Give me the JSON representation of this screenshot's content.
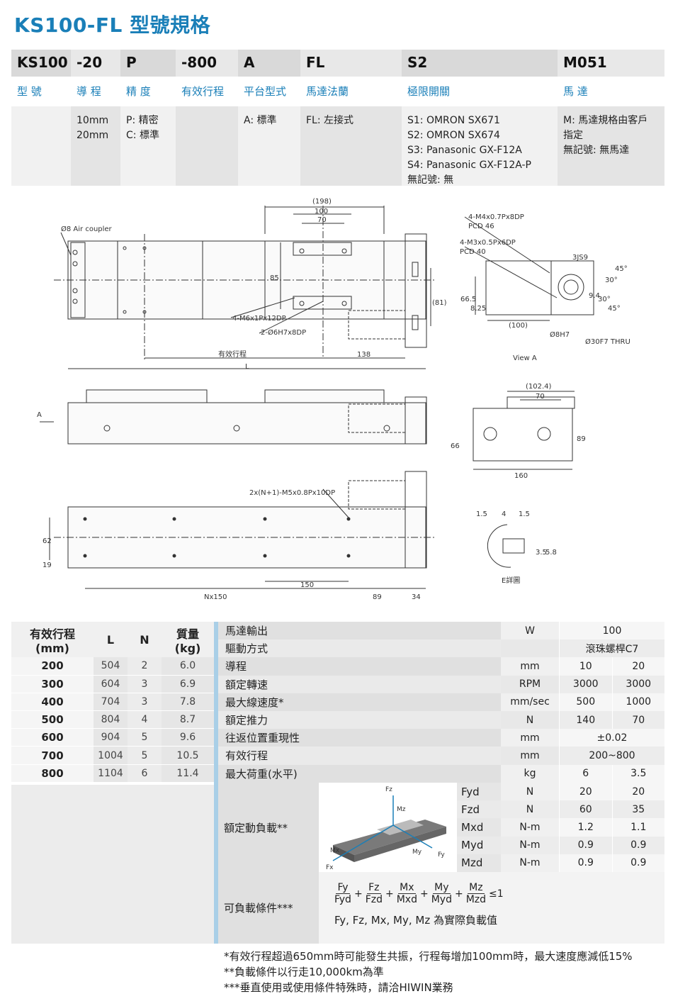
{
  "title": "KS100-FL 型號規格",
  "model_code": {
    "headers": [
      "KS100",
      "-20",
      "P",
      "-800",
      "A",
      "FL",
      "S2",
      "M051"
    ],
    "labels": [
      "型 號",
      "導 程",
      "精 度",
      "有效行程",
      "平台型式",
      "馬達法蘭",
      "極限開關",
      "馬 達"
    ],
    "options": {
      "lead": [
        "10mm",
        "20mm"
      ],
      "accuracy": [
        "P: 精密",
        "C: 標準"
      ],
      "platform": [
        "A: 標準"
      ],
      "flange": [
        "FL: 左接式"
      ],
      "switch": [
        "S1: OMRON SX671",
        "S2: OMRON SX674",
        "S3: Panasonic GX-F12A",
        "S4: Panasonic GX-F12A-P",
        "無記號: 無"
      ],
      "motor": [
        "M: 馬達規格由客戶",
        "指定",
        "無記號: 無馬達"
      ]
    }
  },
  "drawing_labels": {
    "dim_198": "(198)",
    "dim_100": "100",
    "dim_70": "70",
    "air_coupler": "Ø8 Air coupler",
    "dim_85": "85",
    "dim_81": "(81)",
    "m6": "4-M6x1Px12DP",
    "pin": "2-Ø6H7x8DP",
    "stroke": "有效行程",
    "dim_138": "138",
    "dim_L": "L",
    "m4": "4-M4x0.7Px8DP",
    "pcd46": "PCD 46",
    "m3": "4-M3x0.5Px6DP",
    "pcd40": "PCD 40",
    "js9": "3JS9",
    "deg45a": "45°",
    "deg30a": "30°",
    "deg30b": "30°",
    "deg45b": "45°",
    "dim_9_4": "9.4",
    "dim_66_5": "66.5",
    "dim_8_25": "8.25",
    "dim_100b": "(100)",
    "h7": "Ø8H7",
    "thru": "Ø30F7 THRU",
    "view_a": "View A",
    "arrow_a": "A",
    "dim_102_4": "(102.4)",
    "dim_70b": "70",
    "dim_66": "66",
    "dim_89": "89",
    "dim_160": "160",
    "m5": "2x(N+1)-M5x0.8Px10DP",
    "dim_1_5a": "1.5",
    "dim_4": "4",
    "dim_1_5b": "1.5",
    "dim_62": "62",
    "dim_19": "19",
    "dim_3_5": "3.5",
    "dim_5_8": "5.8",
    "e_detail": "E詳圖",
    "dim_150": "150",
    "dim_N150": "Nx150",
    "dim_89b": "89",
    "dim_34": "34"
  },
  "stroke_table": {
    "headers": [
      "有效行程\n(mm)",
      "L",
      "N",
      "質量\n(kg)"
    ],
    "header_stroke_1": "有效行程",
    "header_stroke_2": "(mm)",
    "header_L": "L",
    "header_N": "N",
    "header_mass_1": "質量",
    "header_mass_2": "(kg)",
    "rows": [
      {
        "s": "200",
        "l": "504",
        "n": "2",
        "m": "6.0"
      },
      {
        "s": "300",
        "l": "604",
        "n": "3",
        "m": "6.9"
      },
      {
        "s": "400",
        "l": "704",
        "n": "3",
        "m": "7.8"
      },
      {
        "s": "500",
        "l": "804",
        "n": "4",
        "m": "8.7"
      },
      {
        "s": "600",
        "l": "904",
        "n": "5",
        "m": "9.6"
      },
      {
        "s": "700",
        "l": "1004",
        "n": "5",
        "m": "10.5"
      },
      {
        "s": "800",
        "l": "1104",
        "n": "6",
        "m": "11.4"
      }
    ]
  },
  "spec_table": {
    "rows": [
      {
        "label": "馬達輸出",
        "unit": "W",
        "span": "100"
      },
      {
        "label": "驅動方式",
        "unit": "",
        "span": "滾珠螺桿C7"
      },
      {
        "label": "導程",
        "unit": "mm",
        "v1": "10",
        "v2": "20"
      },
      {
        "label": "額定轉速",
        "unit": "RPM",
        "v1": "3000",
        "v2": "3000"
      },
      {
        "label": "最大線速度*",
        "unit": "mm/sec",
        "v1": "500",
        "v2": "1000"
      },
      {
        "label": "額定推力",
        "unit": "N",
        "v1": "140",
        "v2": "70"
      },
      {
        "label": "往返位置重現性",
        "unit": "mm",
        "span": "±0.02"
      },
      {
        "label": "有效行程",
        "unit": "mm",
        "span": "200~800"
      },
      {
        "label": "最大荷重(水平)",
        "unit": "kg",
        "v1": "6",
        "v2": "3.5"
      }
    ],
    "load_label": "額定動負載**",
    "load_image_labels": {
      "fz": "Fz",
      "mz": "Mz",
      "mx": "Mx",
      "my": "My",
      "fy": "Fy",
      "fx": "Fx"
    },
    "load_rows": [
      {
        "k": "Fyd",
        "u": "N",
        "a": "20",
        "b": "20"
      },
      {
        "k": "Fzd",
        "u": "N",
        "a": "60",
        "b": "35"
      },
      {
        "k": "Mxd",
        "u": "N-m",
        "a": "1.2",
        "b": "1.1"
      },
      {
        "k": "Myd",
        "u": "N-m",
        "a": "0.9",
        "b": "0.9"
      },
      {
        "k": "Mzd",
        "u": "N-m",
        "a": "0.9",
        "b": "0.9"
      }
    ],
    "cond_label": "可負載條件***",
    "cond_fracs": [
      {
        "n": "Fy",
        "d": "Fyd"
      },
      {
        "n": "Fz",
        "d": "Fzd"
      },
      {
        "n": "Mx",
        "d": "Mxd"
      },
      {
        "n": "My",
        "d": "Myd"
      },
      {
        "n": "Mz",
        "d": "Mzd"
      }
    ],
    "cond_plus": "+",
    "cond_le": "≤1",
    "cond_note": "Fy, Fz, Mx, My, Mz 為實際負載值"
  },
  "notes": [
    "*有效行程超過650mm時可能發生共振，行程每增加100mm時，最大速度應減低15%",
    "**負載條件以行走10,000km為準",
    "***垂直使用或使用條件特殊時，請洽HIWIN業務"
  ],
  "colors": {
    "accent": "#1a7fb8",
    "header_gray": "#d9d9d9",
    "side_bar": "#a9cfe7"
  }
}
